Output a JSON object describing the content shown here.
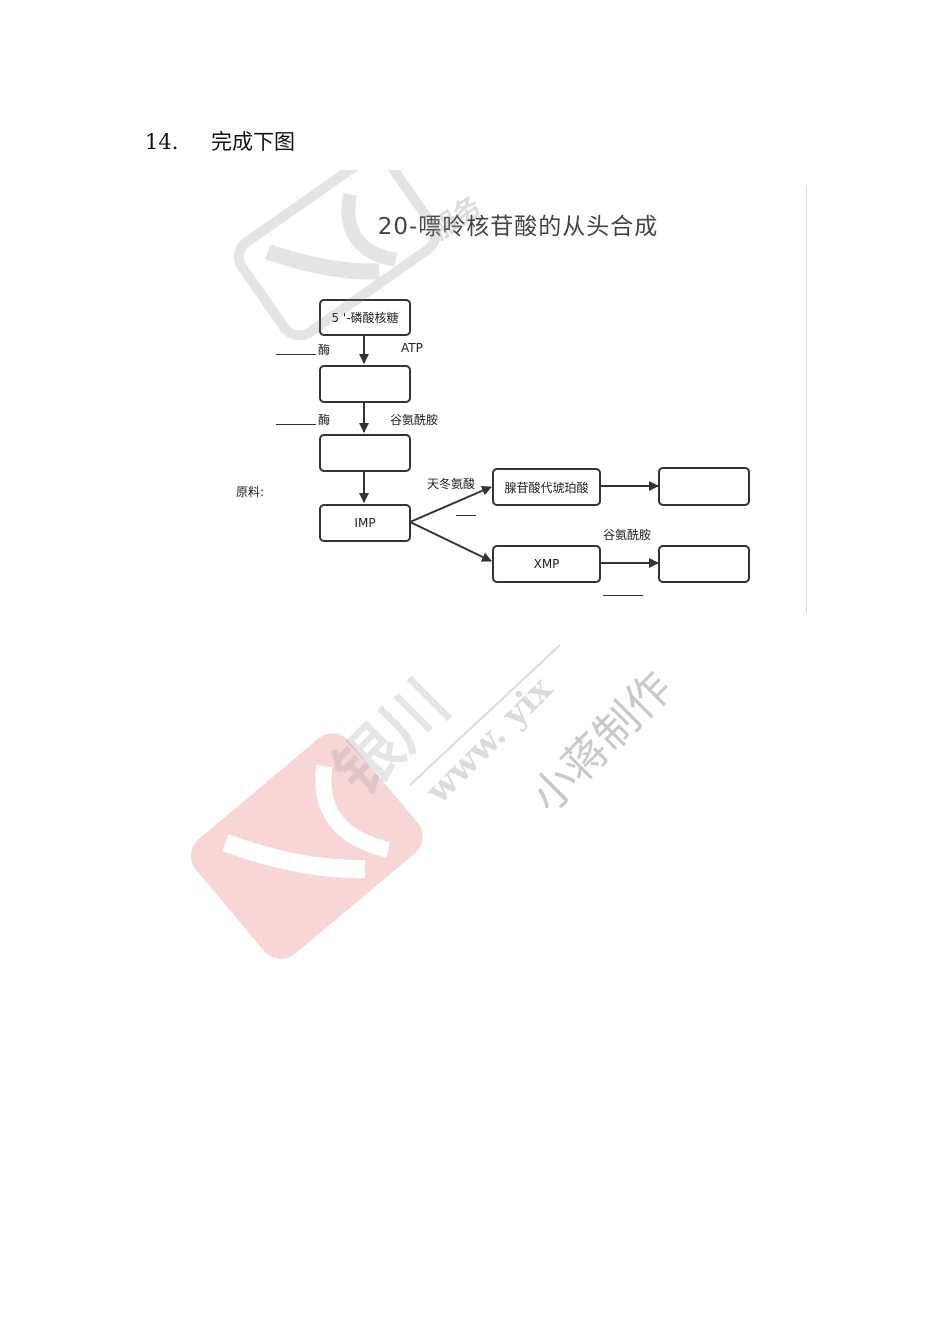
{
  "question": {
    "number": "14.",
    "text": "完成下图"
  },
  "figure": {
    "title": "20-嘌呤核苷酸的从头合成",
    "boxes": {
      "ribose": "5 '-磷酸核糖",
      "step1": "",
      "step2": "",
      "imp": "IMP",
      "adenylosuccinate": "腺苷酸代琥珀酸",
      "amp_blank": "",
      "xmp": "XMP",
      "gmp_blank": ""
    },
    "labels": {
      "enzyme1": "酶",
      "atp": "ATP",
      "enzyme2": "酶",
      "glutamine1": "谷氨酰胺",
      "raw_materials": "原料:",
      "aspartate": "天冬氨酸",
      "glutamine2": "谷氨酰胺"
    }
  },
  "watermarks": {
    "top_logo_text": "服务",
    "brand": "银川",
    "url": "www. yix",
    "maker": "小蒋制作"
  }
}
